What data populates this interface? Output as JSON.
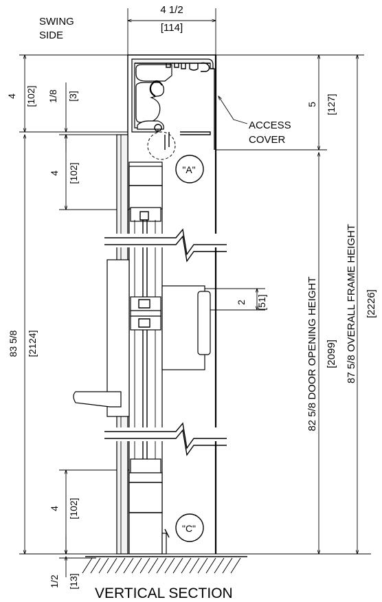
{
  "labels": {
    "swing_line1": "SWING",
    "swing_line2": "SIDE",
    "top_width": "4 1/2",
    "top_width_mm": "[114]",
    "access_line1": "ACCESS",
    "access_line2": "COVER",
    "detail_a": "\"A\"",
    "detail_c": "\"C\"",
    "title": "VERTICAL SECTION"
  },
  "dimensions": {
    "left_top_in": "4",
    "left_top_mm": "[102]",
    "gap_in": "1/8",
    "gap_mm": "[3]",
    "rail_top_in": "4",
    "rail_top_mm": "[102]",
    "door_total_in": "83 5/8",
    "door_total_mm": "[2124]",
    "rail_bottom_in": "4",
    "rail_bottom_mm": "[102]",
    "undercut_in": "1/2",
    "undercut_mm": "[13]",
    "head_in": "5",
    "head_mm": "[127]",
    "mid_in": "2",
    "mid_mm": "[51]",
    "door_opening": "82 5/8 DOOR OPENING HEIGHT",
    "door_opening_mm": "[2099]",
    "frame_height": "87 5/8 OVERALL FRAME HEIGHT",
    "frame_height_mm": "[2226]"
  }
}
